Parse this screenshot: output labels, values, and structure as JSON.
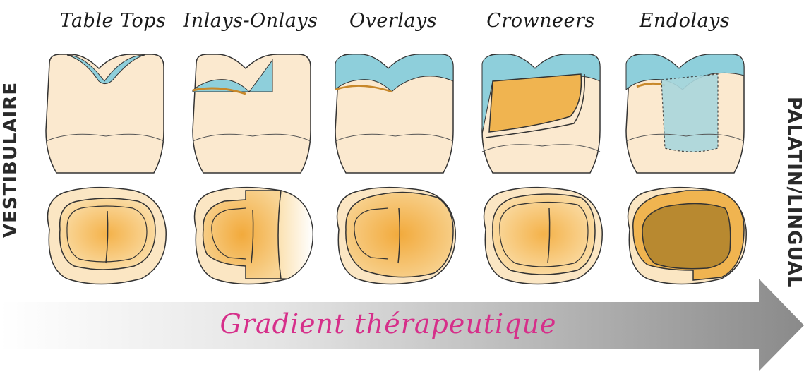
{
  "columns": [
    {
      "id": "table-tops",
      "title": "Table Tops"
    },
    {
      "id": "inlays-onlays",
      "title": "Inlays-Onlays"
    },
    {
      "id": "overlays",
      "title": "Overlays"
    },
    {
      "id": "crowneers",
      "title": "Crowneers"
    },
    {
      "id": "endolays",
      "title": "Endolays"
    }
  ],
  "side_labels": {
    "left": "VESTIBULAIRE",
    "right": "PALATIN/LINGUAL"
  },
  "arrow_label": "Gradient thérapeutique",
  "colors": {
    "enamel": "#fbe9cf",
    "restoration_blue": "#8ecfdb",
    "prep_orange": "#f0b450",
    "pulp_brown": "#b88930",
    "arrow_light": "#f4f4f4",
    "arrow_dark": "#8a8a8a",
    "label_pink": "#d62f8a"
  }
}
